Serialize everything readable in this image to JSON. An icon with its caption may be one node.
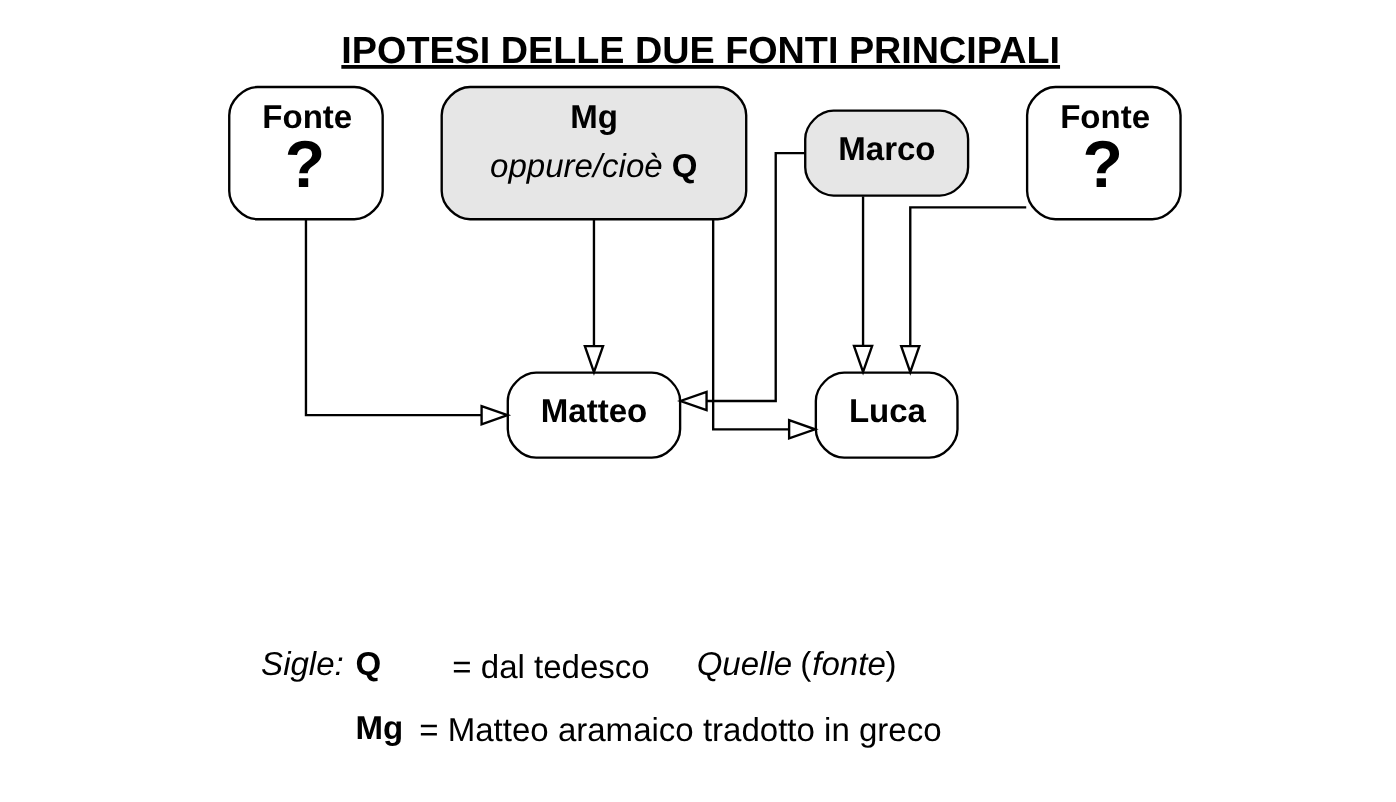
{
  "diagram": {
    "title": "IPOTESI DELLE DUE FONTI PRINCIPALI",
    "nodes": [
      {
        "text": [
          "Fonte",
          "?"
        ]
      },
      {
        "text": [
          "Mg",
          "*oppure/cioè* **Q**"
        ]
      },
      {
        "text": [
          "Marco"
        ]
      },
      {
        "text": [
          "Fonte",
          "?"
        ]
      },
      {
        "text": [
          "Matteo"
        ]
      },
      {
        "text": [
          "Luca"
        ]
      }
    ],
    "edges": [
      {
        "from": 0,
        "to": 4,
        "arrow": "to"
      },
      {
        "from": 1,
        "to": 4,
        "arrow": "to"
      },
      {
        "from": 2,
        "to": 4,
        "arrow": "to"
      },
      {
        "from": 1,
        "to": 5,
        "arrow": "to"
      },
      {
        "from": 2,
        "to": 5,
        "arrow": "to"
      },
      {
        "from": 3,
        "to": 5,
        "arrow": "to"
      }
    ],
    "labels": [
      "*Sigle:*",
      "**Q**",
      "= dal tedesco *Quelle* (*fonte*)",
      "**Mg**",
      "= Matteo aramaico tradotto in greco"
    ]
  }
}
